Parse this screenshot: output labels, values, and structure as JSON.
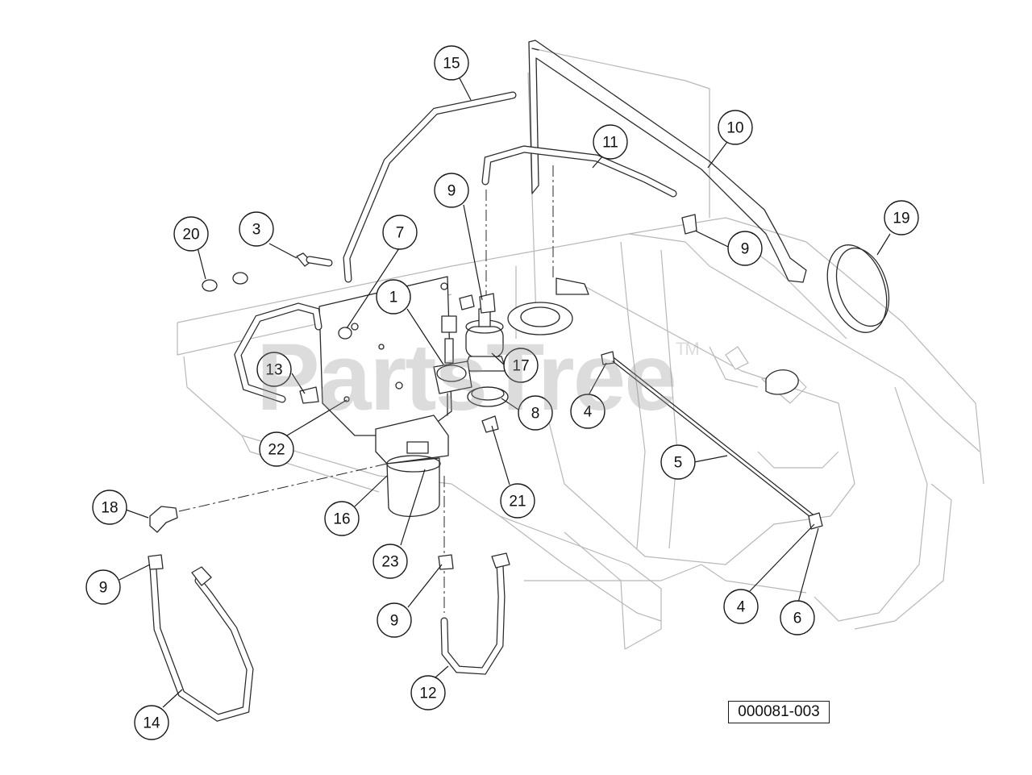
{
  "watermark": {
    "text": "PartsTree",
    "mark": "TM"
  },
  "diagram_id": "000081-003",
  "callouts": [
    {
      "label": "15"
    },
    {
      "label": "10"
    },
    {
      "label": "11"
    },
    {
      "label": "19"
    },
    {
      "label": "9"
    },
    {
      "label": "9"
    },
    {
      "label": "20"
    },
    {
      "label": "3"
    },
    {
      "label": "7"
    },
    {
      "label": "1"
    },
    {
      "label": "17"
    },
    {
      "label": "13"
    },
    {
      "label": "4"
    },
    {
      "label": "8"
    },
    {
      "label": "22"
    },
    {
      "label": "5"
    },
    {
      "label": "21"
    },
    {
      "label": "16"
    },
    {
      "label": "18"
    },
    {
      "label": "23"
    },
    {
      "label": "9"
    },
    {
      "label": "9"
    },
    {
      "label": "4"
    },
    {
      "label": "6"
    },
    {
      "label": "12"
    },
    {
      "label": "14"
    }
  ]
}
